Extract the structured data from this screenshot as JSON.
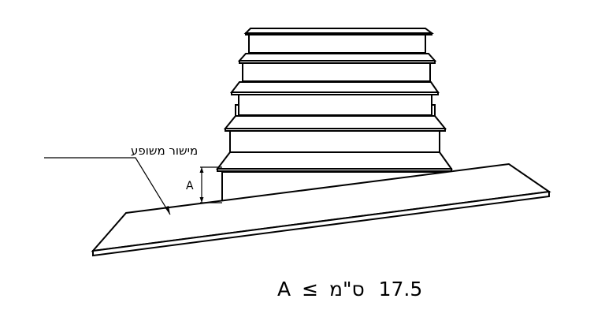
{
  "diagram": {
    "slope_label": "מישור משופע",
    "dimension_label": "A",
    "formula": {
      "variable": "A",
      "operator": "≤",
      "unit": "ס\"מ",
      "value": "17.5"
    }
  }
}
